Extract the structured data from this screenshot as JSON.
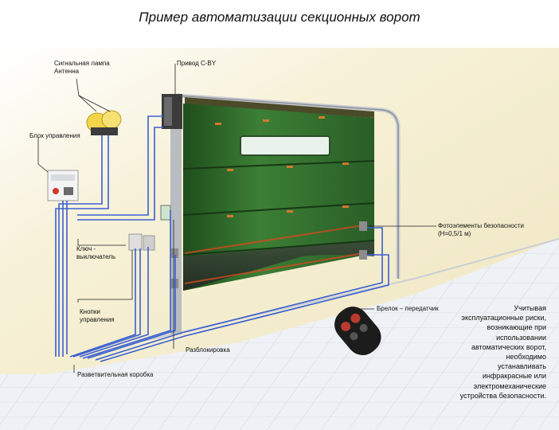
{
  "title": "Пример автоматизации секционных ворот",
  "labels": {
    "lamp_line1": "Сигнальная лампа",
    "lamp_line2": "Антенна",
    "drive": "Привод C-BY",
    "control_unit": "Блок управления",
    "key_switch_line1": "Ключ -",
    "key_switch_line2": "выключатель",
    "photo_line1": "Фотоэлементы безопасности",
    "photo_line2": "(H=0,5/1 м)",
    "buttons_line1": "Кнопки",
    "buttons_line2": "управления",
    "release": "Разблокировка",
    "remote": "Брелок – передатчик",
    "junction_box": "Разветвительная коробка"
  },
  "note": {
    "lines": [
      "Учитывая",
      "эксплуатационные  риски,",
      "возникающие при",
      "использовании",
      "автоматических ворот,",
      "необходимо",
      "устанавливать",
      "инфракрасные или",
      "электромеханические",
      "устройства безопасности."
    ]
  },
  "colors": {
    "wall": "#f3eccb",
    "floor": "#eceff3",
    "door_green": "#2f6e2c",
    "cable_blue": "#3a5fd0",
    "callout_line": "#222222"
  }
}
